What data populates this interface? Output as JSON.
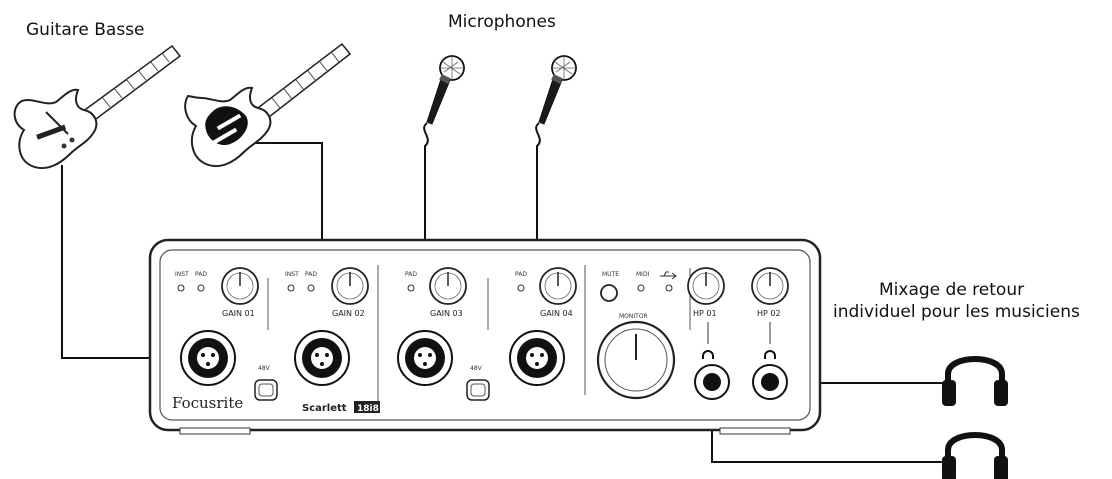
{
  "labels": {
    "bass_guitar": "Guitare Basse",
    "microphones": "Microphones",
    "monitor_mix_line1": "Mixage de retour",
    "monitor_mix_line2": "individuel pour les musiciens"
  },
  "interface": {
    "brand": "Focusrite",
    "model": "Scarlett",
    "model_badge": "18i8",
    "channels": [
      {
        "leds": [
          "INST",
          "PAD"
        ],
        "gain_label": "GAIN 01"
      },
      {
        "leds": [
          "INST",
          "PAD"
        ],
        "gain_label": "GAIN 02"
      },
      {
        "leds": [
          "PAD"
        ],
        "gain_label": "GAIN 03"
      },
      {
        "leds": [
          "PAD"
        ],
        "gain_label": "GAIN 04"
      }
    ],
    "phantom_label": "48V",
    "mute_label": "MUTE",
    "midi_label": "MIDI",
    "monitor_label": "MONITOR",
    "headphone_labels": [
      "HP 01",
      "HP 02"
    ]
  },
  "icons": [
    "bass-guitar-icon",
    "electric-guitar-icon",
    "microphone-icon",
    "headphones-icon",
    "usb-icon"
  ]
}
